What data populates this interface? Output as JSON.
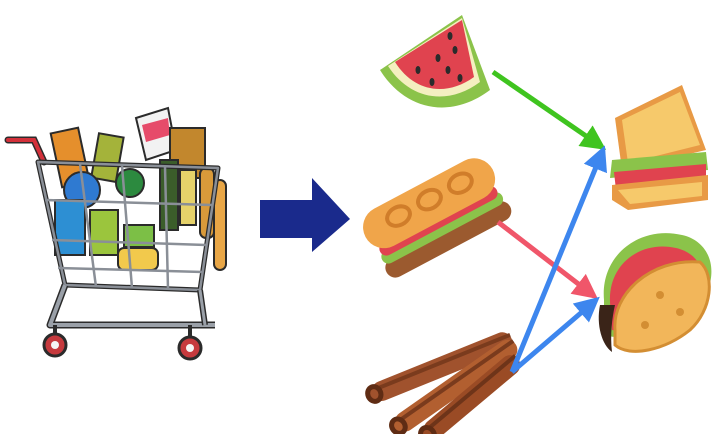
{
  "diagram": {
    "nodes": [
      {
        "id": "cart",
        "icon": "shopping-cart-icon"
      },
      {
        "id": "watermelon",
        "icon": "watermelon-slice-icon"
      },
      {
        "id": "baguette",
        "icon": "baguette-icon"
      },
      {
        "id": "cinnamon",
        "icon": "cinnamon-sticks-icon"
      },
      {
        "id": "sandwich",
        "icon": "sandwich-icon"
      },
      {
        "id": "taco",
        "icon": "taco-icon"
      }
    ],
    "edges": [
      {
        "from": "cart",
        "to": "ingredients",
        "color": "#1a2a8c"
      },
      {
        "from": "watermelon",
        "to": "sandwich",
        "color": "#3fc41f"
      },
      {
        "from": "baguette",
        "to": "taco",
        "color": "#f0566a"
      },
      {
        "from": "cinnamon",
        "to": "sandwich",
        "color": "#3d86ee"
      },
      {
        "from": "cinnamon",
        "to": "taco",
        "color": "#3d86ee"
      }
    ]
  }
}
